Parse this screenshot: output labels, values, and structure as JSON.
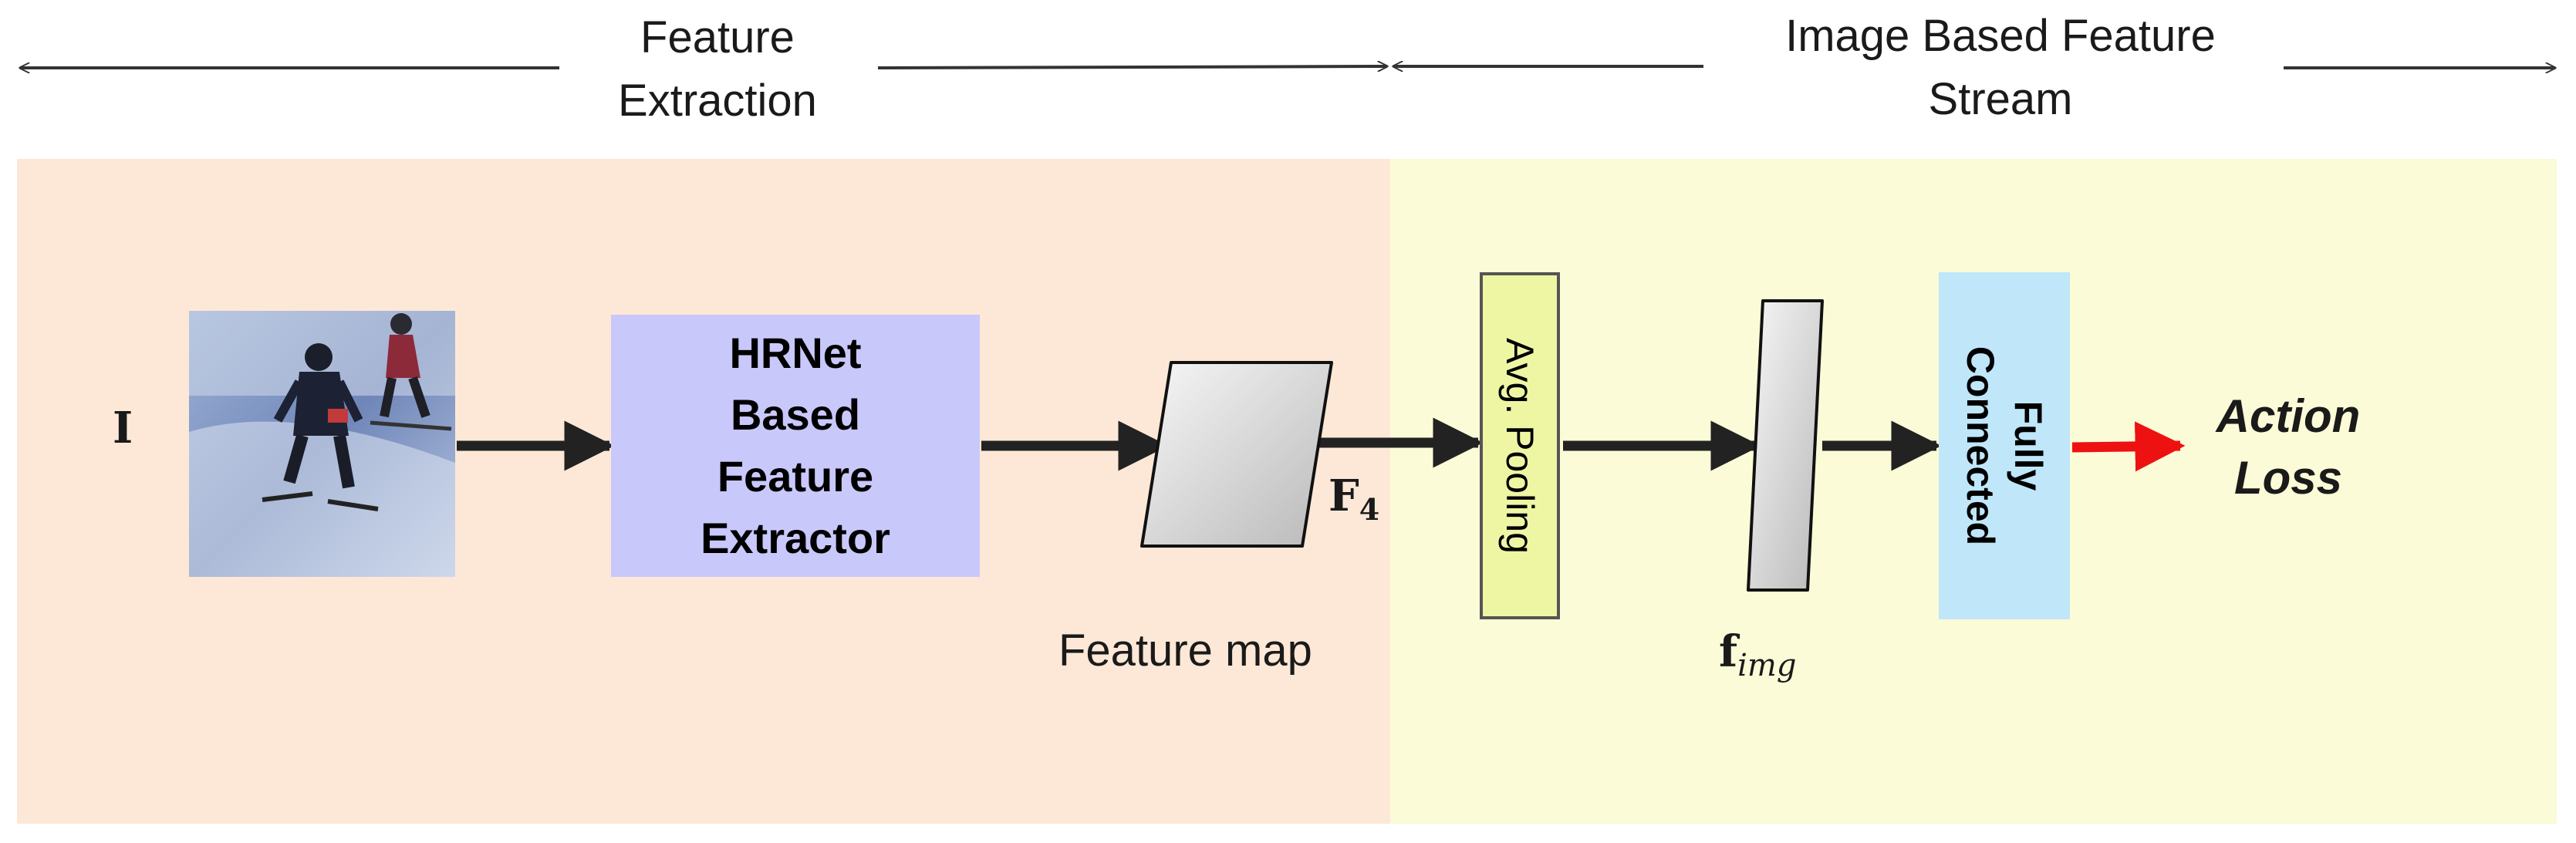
{
  "headers": {
    "left_line1": "Feature",
    "left_line2": "Extraction",
    "right_line1": "Image Based Feature",
    "right_line2": "Stream"
  },
  "input_label": "I",
  "blocks": {
    "hrnet_line1": "HRNet",
    "hrnet_line2": "Based",
    "hrnet_line3": "Feature",
    "hrnet_line4": "Extractor",
    "avg_pooling": "Avg. Pooling",
    "fc_line1": "Fully",
    "fc_line2": "Connected"
  },
  "labels": {
    "feature_map": "Feature map",
    "f4_main": "F",
    "f4_sub": "4",
    "fimg_main": "f",
    "fimg_sub": "img",
    "action_line1": "Action",
    "action_line2": "Loss"
  },
  "colors": {
    "left_panel": "#fde8d7",
    "right_panel": "#fbfbd8",
    "hrnet_box": "#c9c8fb",
    "avg_pool_box": "#eef6a4",
    "fc_box": "#bfe6f9",
    "arrow": "#222222",
    "loss_arrow": "#ee1111"
  }
}
